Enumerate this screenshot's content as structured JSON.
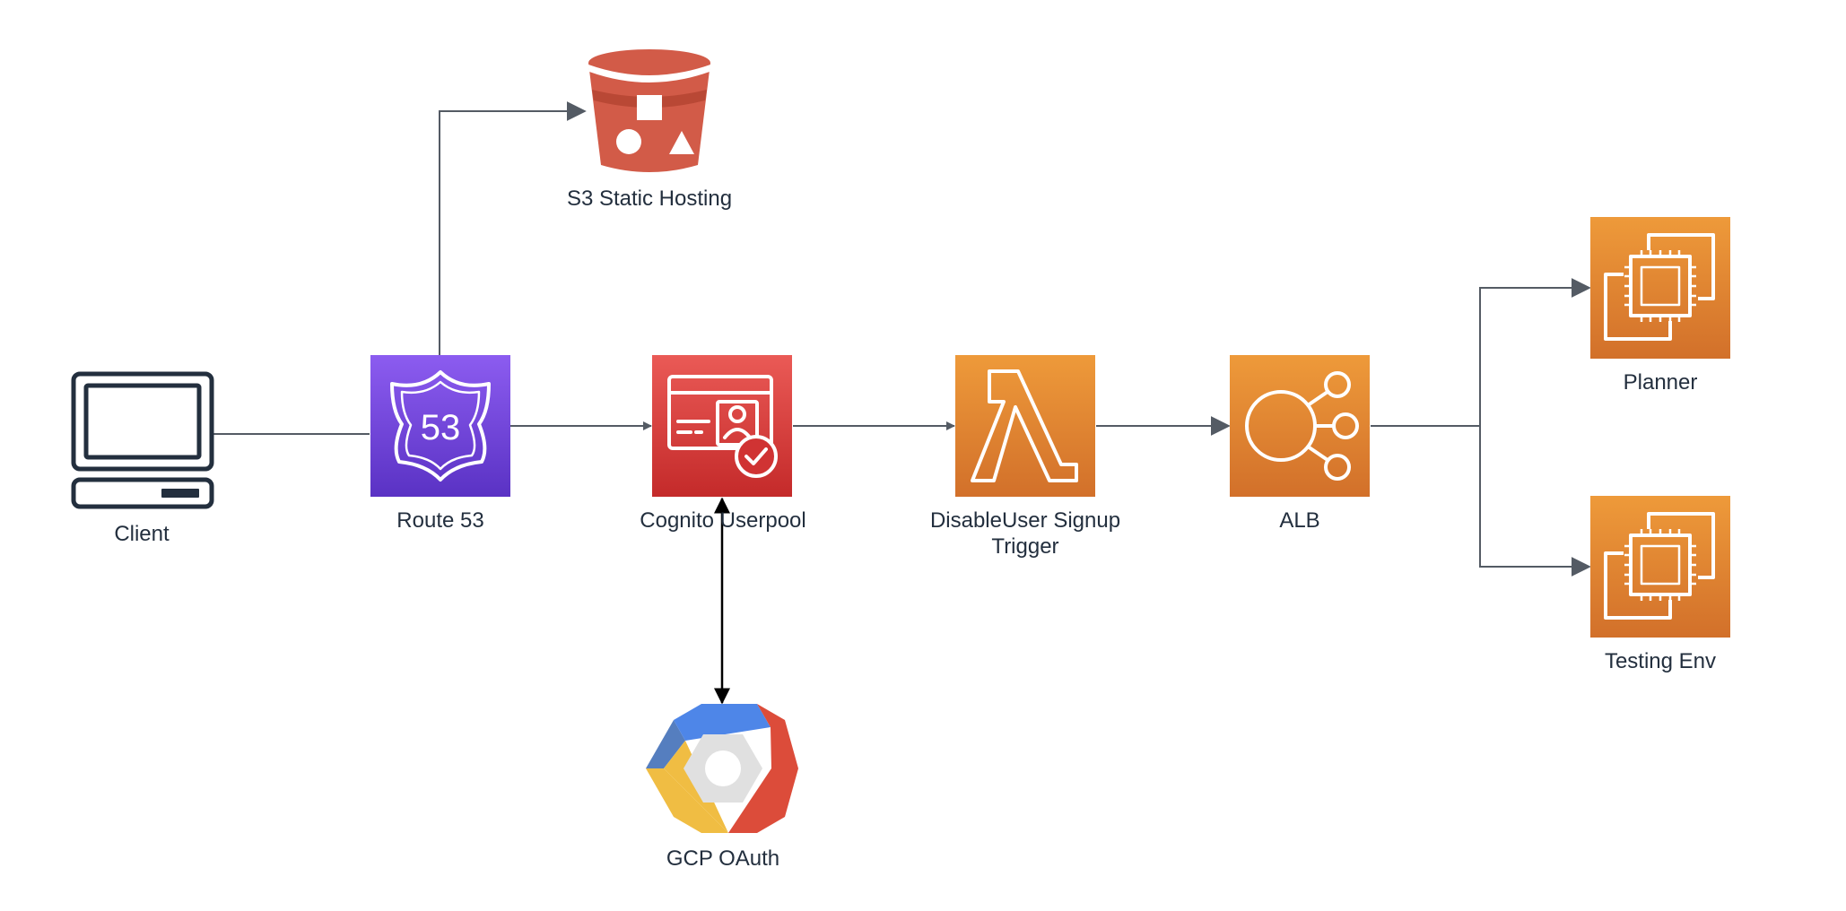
{
  "nodes": {
    "client": {
      "label": "Client",
      "icon": "computer-icon"
    },
    "route53": {
      "label": "Route 53",
      "icon": "route53-shield-icon",
      "badge": "53",
      "color": "#6b3fd4"
    },
    "s3": {
      "label": "S3 Static Hosting",
      "icon": "s3-bucket-icon",
      "color": "#d25b48"
    },
    "cognito": {
      "label": "Cognito Userpool",
      "icon": "cognito-identity-icon",
      "color": "#d63a3a"
    },
    "lambda": {
      "label_line1": "DisableUser Signup",
      "label_line2": "Trigger",
      "icon": "lambda-icon",
      "color": "#e07a2c"
    },
    "alb": {
      "label": "ALB",
      "icon": "load-balancer-icon",
      "color": "#e07a2c"
    },
    "planner": {
      "label": "Planner",
      "icon": "ec2-instance-icon",
      "color": "#e07a2c"
    },
    "testing": {
      "label": "Testing Env",
      "icon": "ec2-instance-icon",
      "color": "#e07a2c"
    },
    "gcp": {
      "label": "GCP OAuth",
      "icon": "gcp-hexagon-icon"
    }
  },
  "edges": [
    {
      "from": "client",
      "to": "route53"
    },
    {
      "from": "route53",
      "to": "s3"
    },
    {
      "from": "route53",
      "to": "cognito"
    },
    {
      "from": "cognito",
      "to": "lambda"
    },
    {
      "from": "lambda",
      "to": "alb"
    },
    {
      "from": "alb",
      "to": "planner"
    },
    {
      "from": "alb",
      "to": "testing"
    },
    {
      "from": "cognito",
      "to": "gcp",
      "bidirectional": true
    }
  ],
  "colors": {
    "edge": "#545b64",
    "edge_dark": "#000000",
    "label": "#232f3e"
  }
}
